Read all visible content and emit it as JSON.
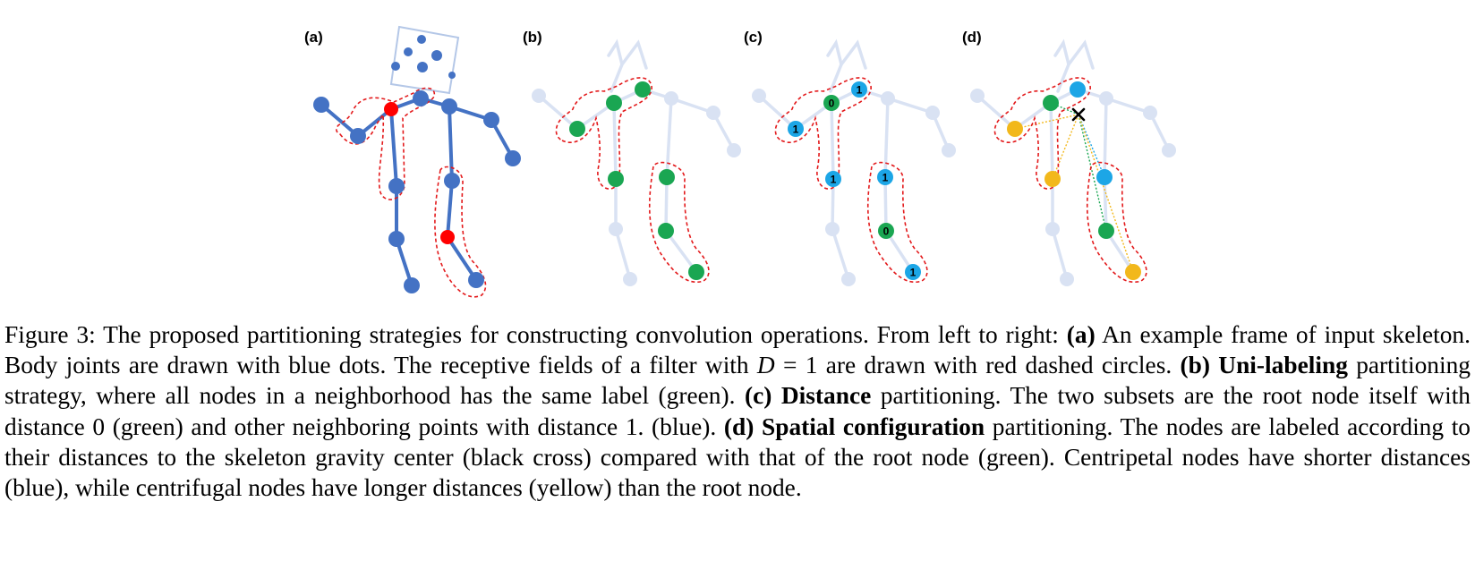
{
  "panels": [
    {
      "label": "(a)"
    },
    {
      "label": "(b)"
    },
    {
      "label": "(c)",
      "numbers": [
        "0",
        "1",
        "1",
        "1",
        "1",
        "0",
        "1"
      ]
    },
    {
      "label": "(d)"
    }
  ],
  "colors": {
    "skeleton": "#4472c4",
    "skeleton_faded": "#d9e2f3",
    "receptive_field": "#e31a1c",
    "root": "#1aa652",
    "red_joint": "#ff0000",
    "centripetal": "#1ca6e6",
    "centrifugal": "#f2b81b",
    "gravity_center": "#000000"
  },
  "caption": {
    "prefix": "Figure 3: The proposed partitioning strategies for constructing convolution operations. From left to right: ",
    "a_label": "(a)",
    "a_text_1": " An example frame of input skeleton. Body joints are drawn with blue dots. The receptive fields of a filter with ",
    "a_var": "D",
    "a_eq": " = 1",
    "a_text_2": " are drawn with red dashed circles. ",
    "b_label": "(b) Uni-labeling",
    "b_text": " partitioning strategy, where all nodes in a neighborhood has the same label (green). ",
    "c_label": "(c) Distance",
    "c_text": " partitioning. The two subsets are the root node itself with distance 0 (green) and other neighboring points with distance 1. (blue). ",
    "d_label": "(d) Spatial configuration",
    "d_text": " partitioning. The nodes are labeled according to their distances to the skeleton gravity center (black cross) compared with that of the root node (green). Centripetal nodes have shorter distances (blue), while centrifugal nodes have longer distances (yellow) than the root node."
  }
}
